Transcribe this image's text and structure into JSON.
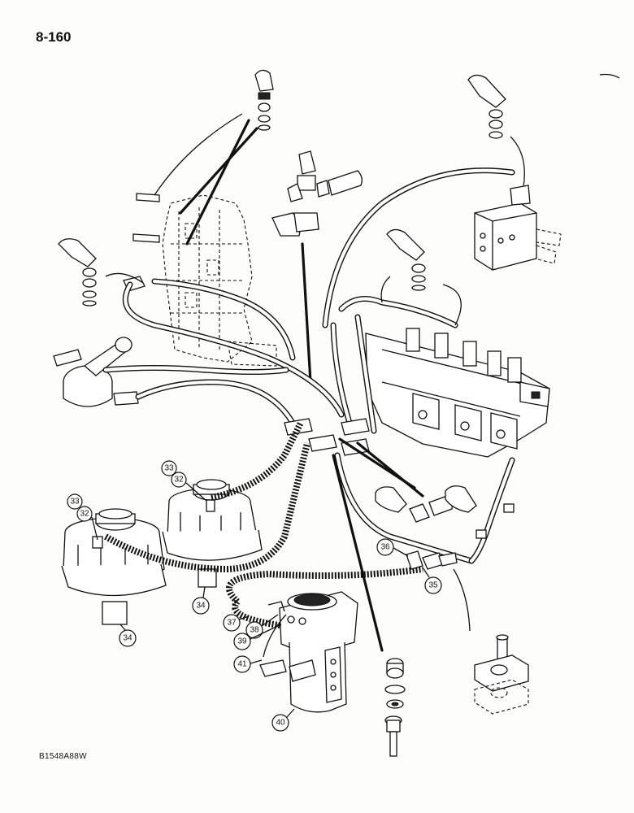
{
  "page": {
    "page_number": "8-160",
    "drawing_code": "B1548A88W"
  },
  "callouts": {
    "c33_top": "33",
    "c32_top": "32",
    "c33_left": "33",
    "c32_left": "32",
    "c34_mid": "34",
    "c34_left": "34",
    "c36": "36",
    "c35": "35",
    "c37": "37",
    "c38": "38",
    "c39": "39",
    "c41": "41",
    "c40": "40"
  }
}
